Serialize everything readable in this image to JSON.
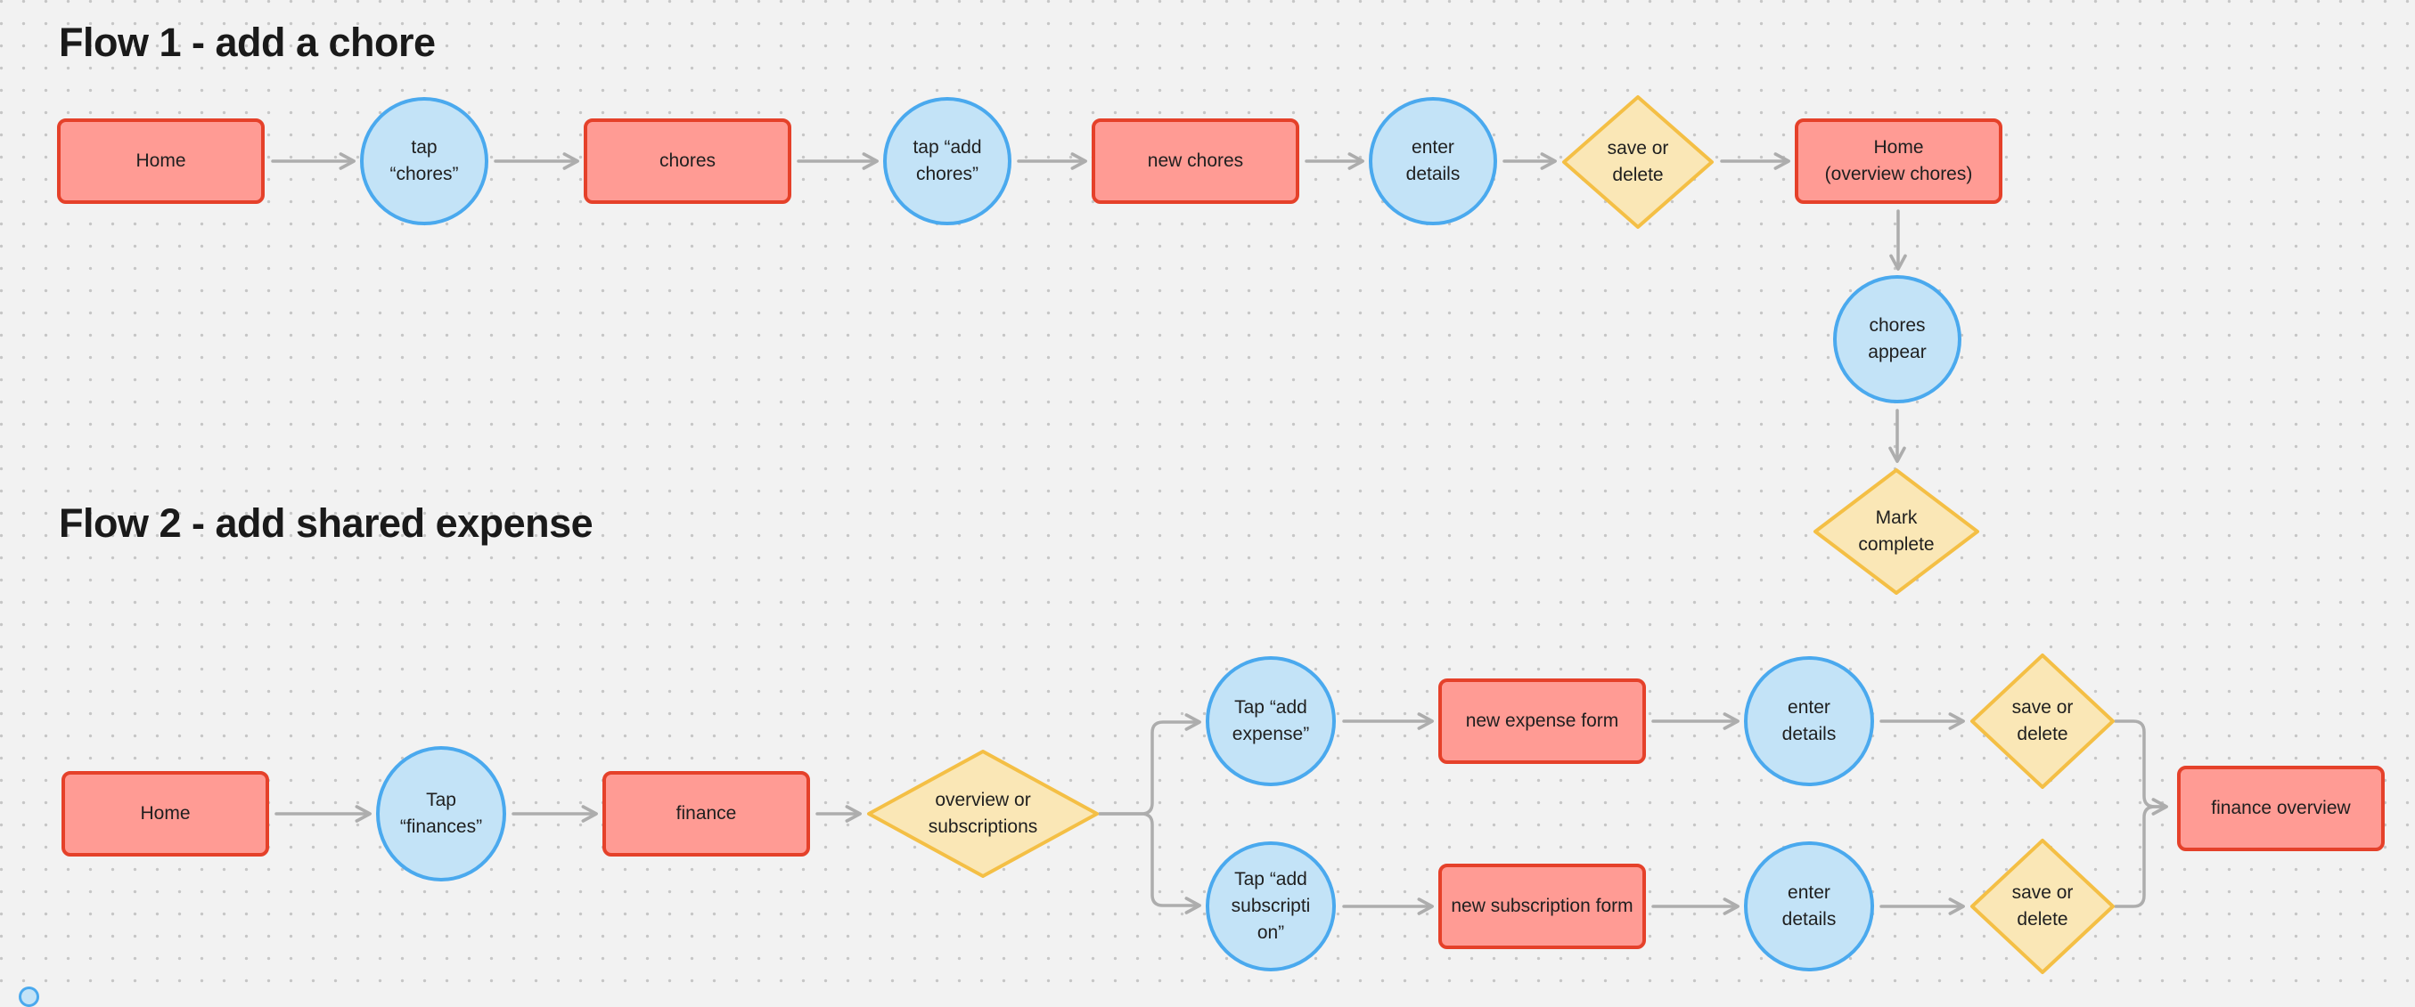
{
  "canvas": {
    "background": "#F2F2F2",
    "dot_color": "#C6C6C6"
  },
  "colors": {
    "process_fill": "#FF9B94",
    "process_stroke": "#E5412A",
    "action_fill": "#C3E3F7",
    "action_stroke": "#4AA9EE",
    "decision_fill": "#FAE7B6",
    "decision_stroke": "#F4BF45",
    "connector": "#ADADAD",
    "text": "#1F1F1F"
  },
  "flow1": {
    "title": "Flow 1 - add a chore",
    "nodes": {
      "home": "Home",
      "tap_chores": "tap\n“chores”",
      "chores": "chores",
      "tap_add_chores": "tap “add\nchores”",
      "new_chores": "new chores",
      "enter_details": "enter\ndetails",
      "save_or_delete": "save or\ndelete",
      "home_overview": "Home\n(overview chores)",
      "chores_appear": "chores\nappear",
      "mark_complete": "Mark\ncomplete"
    }
  },
  "flow2": {
    "title": "Flow 2 - add shared expense",
    "nodes": {
      "home": "Home",
      "tap_finances": "Tap\n“finances”",
      "finance": "finance",
      "overview_or_subscriptions": "overview or\nsubscriptions",
      "tap_add_expense": "Tap “add\nexpense”",
      "new_expense_form": "new expense form",
      "enter_details_top": "enter\ndetails",
      "save_or_delete_top": "save or\ndelete",
      "tap_add_subscription": "Tap “add\nsubscripti\non”",
      "new_subscription_form": "new subscription form",
      "enter_details_bottom": "enter\ndetails",
      "save_or_delete_bottom": "save or\ndelete",
      "finance_overview": "finance overview"
    }
  }
}
